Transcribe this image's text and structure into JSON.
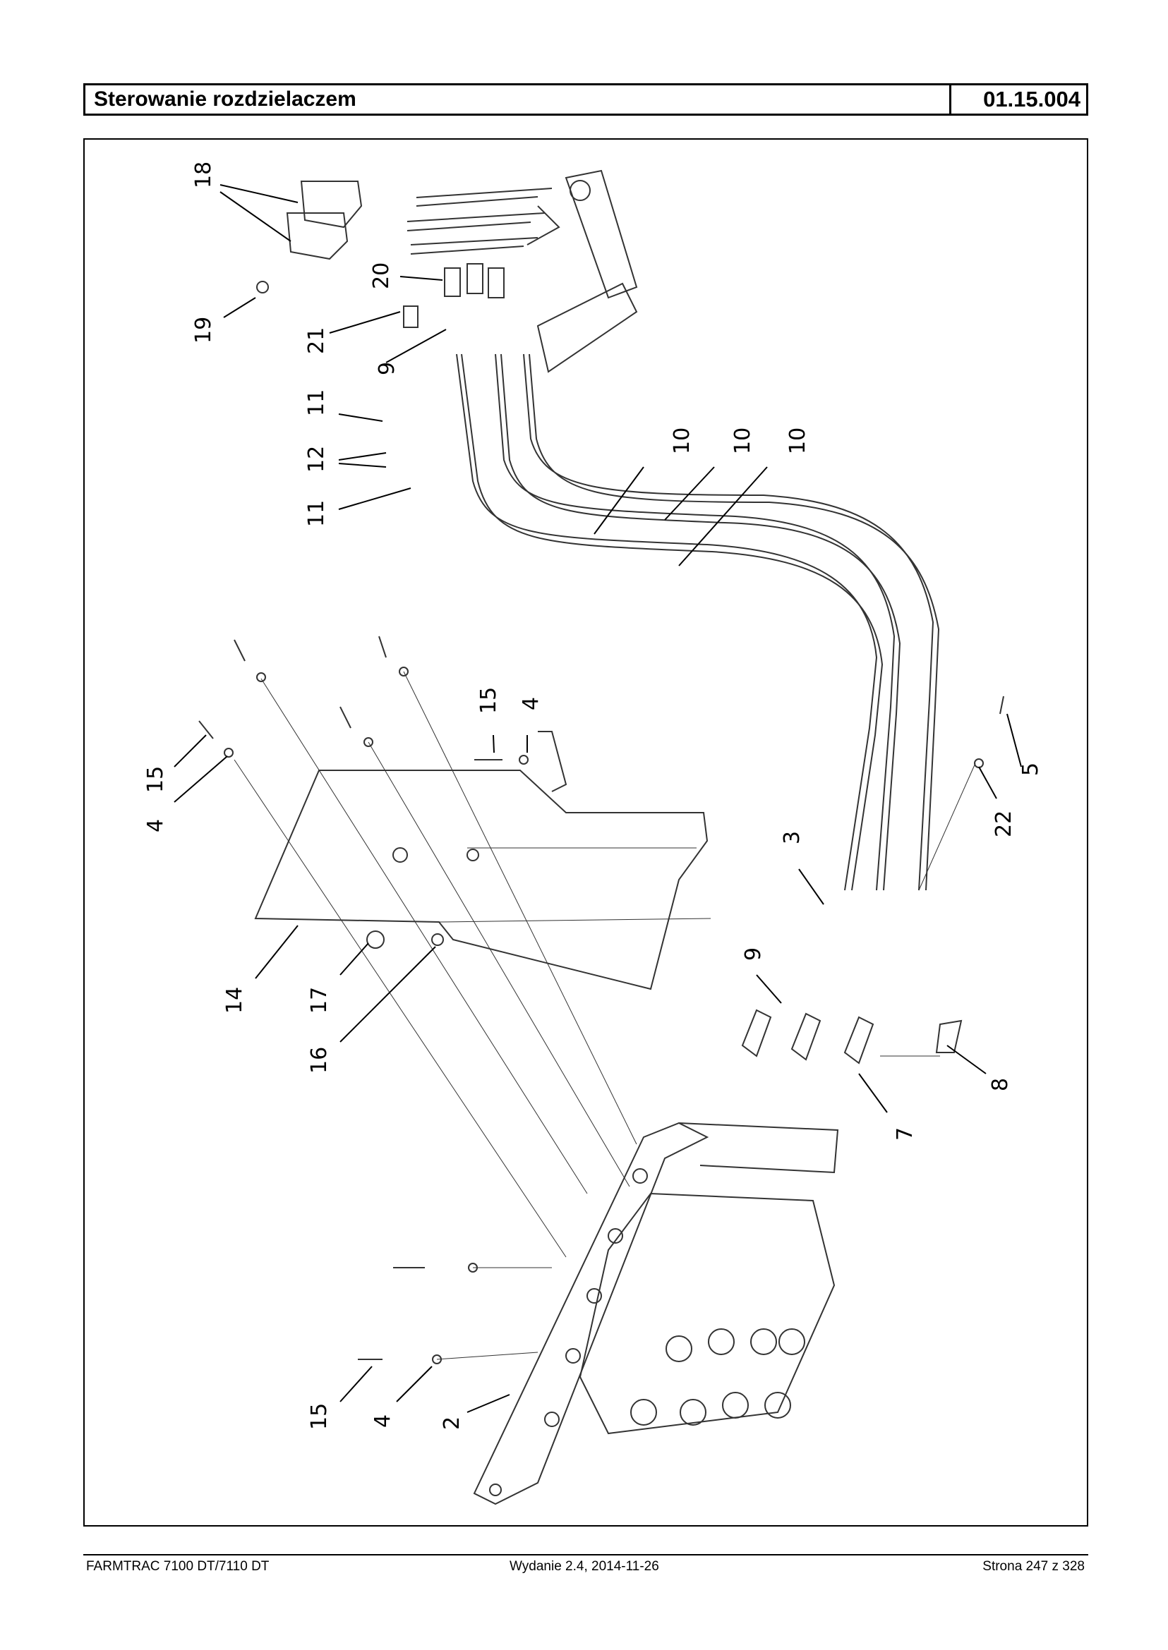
{
  "header": {
    "title": "Sterowanie rozdzielaczem",
    "code": "01.15.004"
  },
  "callouts": {
    "c18": "18",
    "c19": "19",
    "c20": "20",
    "c21": "21",
    "c9a": "9",
    "c11a": "11",
    "c12": "12",
    "c11b": "11",
    "c10a": "10",
    "c10b": "10",
    "c10c": "10",
    "c15a": "15",
    "c4a": "4",
    "c15b": "15",
    "c4b": "4",
    "c5": "5",
    "c22": "22",
    "c3": "3",
    "c9b": "9",
    "c14": "14",
    "c17": "17",
    "c16": "16",
    "c8": "8",
    "c7": "7",
    "c15c": "15",
    "c4c": "4",
    "c2": "2"
  },
  "footer": {
    "left": "FARMTRAC 7100 DT/7110 DT",
    "middle": "Wydanie 2.4,  2014-11-26",
    "right": "Strona 247 z 328"
  }
}
